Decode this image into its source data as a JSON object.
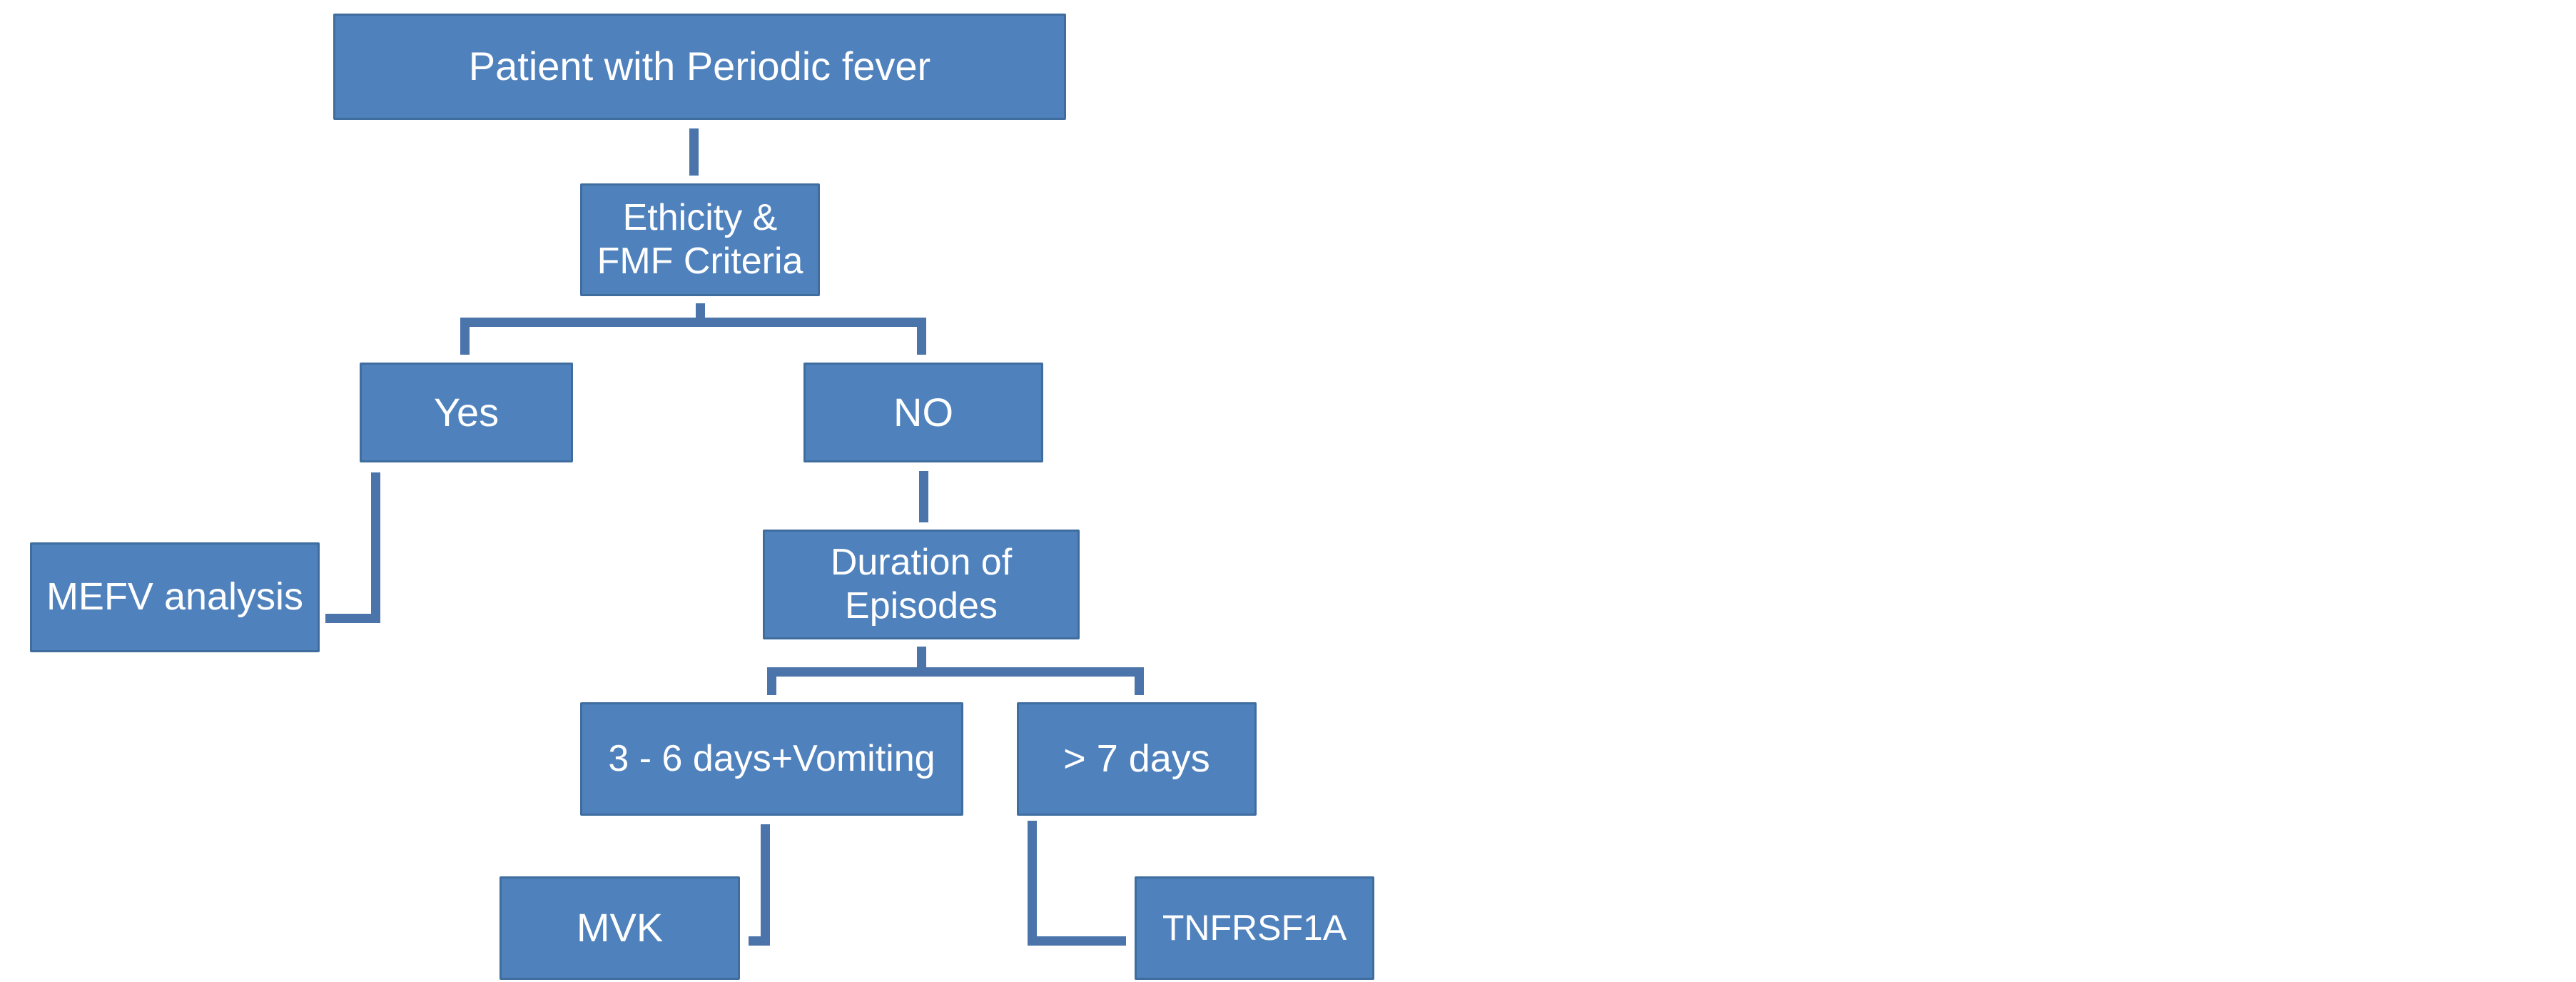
{
  "diagram": {
    "type": "flowchart",
    "colors": {
      "background": "#ffffff",
      "box_fill": "#4f81bd",
      "box_border": "#3f6d9e",
      "connector": "#4a74aa",
      "text": "#ffffff"
    },
    "nodes": [
      {
        "id": "patient",
        "label": "Patient with Periodic fever"
      },
      {
        "id": "ethnicity_fmf",
        "label": "Ethicity &\nFMF Criteria"
      },
      {
        "id": "yes",
        "label": "Yes"
      },
      {
        "id": "no",
        "label": "NO"
      },
      {
        "id": "mefv",
        "label": "MEFV analysis"
      },
      {
        "id": "duration",
        "label": "Duration of\nEpisodes"
      },
      {
        "id": "days_3_6",
        "label": "3 - 6 days+Vomiting"
      },
      {
        "id": "days_gt_7",
        "label": "> 7 days"
      },
      {
        "id": "mvk",
        "label": "MVK"
      },
      {
        "id": "tnfrsf1a",
        "label": "TNFRSF1A"
      }
    ],
    "edges": [
      {
        "from": "patient",
        "to": "ethnicity_fmf"
      },
      {
        "from": "ethnicity_fmf",
        "to": "yes"
      },
      {
        "from": "ethnicity_fmf",
        "to": "no"
      },
      {
        "from": "yes",
        "to": "mefv"
      },
      {
        "from": "no",
        "to": "duration"
      },
      {
        "from": "duration",
        "to": "days_3_6"
      },
      {
        "from": "duration",
        "to": "days_gt_7"
      },
      {
        "from": "days_3_6",
        "to": "mvk"
      },
      {
        "from": "days_gt_7",
        "to": "tnfrsf1a"
      }
    ]
  }
}
